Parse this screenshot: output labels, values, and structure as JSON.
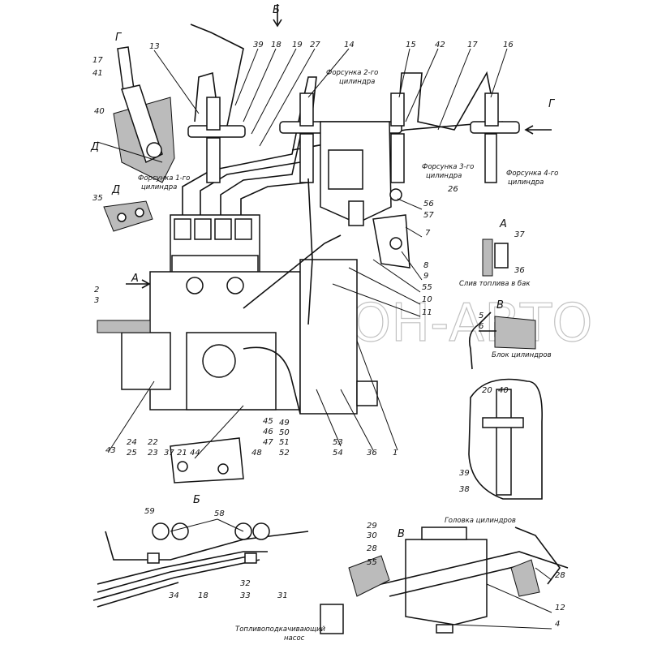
{
  "title": "Топливная аппаратура — установка топливного насоса",
  "views": {
    "b": "Б",
    "g": "Г",
    "d": "Д",
    "a": "А",
    "v": "В"
  },
  "captions": {
    "inj1_a": "Форсунка 1-го",
    "inj1_b": "цилиндра",
    "inj2_a": "Форсунка 2-го",
    "inj2_b": "цилиндра",
    "inj3_a": "Форсунка 3-го",
    "inj3_b": "цилиндра",
    "inj4_a": "Форсунка 4-го",
    "inj4_b": "цилиндра",
    "drain": "Слив топлива в бак",
    "block": "Блок цилиндров",
    "head": "Головка цилиндров",
    "pump_a": "Топливоподкачивающий",
    "pump_b": "насос"
  },
  "watermark": "АКВЕЛОН-АВТО",
  "callouts": {
    "c17a": "17",
    "c41a": "41",
    "c40a": "40",
    "c13": "13",
    "c39a": "39",
    "c18a": "18",
    "c19": "19",
    "c27": "27",
    "c14": "14",
    "c15": "15",
    "c42": "42",
    "c17b": "17",
    "c16": "16",
    "c26": "26",
    "c35": "35",
    "c56": "56",
    "c57": "57",
    "c7": "7",
    "c37a": "37",
    "c36a": "36",
    "c8": "8",
    "c9": "9",
    "c55a": "55",
    "c10": "10",
    "c11": "11",
    "c2": "2",
    "c3": "3",
    "c5": "5",
    "c6": "6",
    "c20": "20",
    "c40b": "40",
    "c39b": "39",
    "c38": "38",
    "c43": "43",
    "c24": "24",
    "c25": "25",
    "c22": "22",
    "c23": "23",
    "c37b": "37",
    "c21": "21",
    "c44": "44",
    "c45": "45",
    "c46": "46",
    "c47": "47",
    "c48": "48",
    "c49": "49",
    "c50": "50",
    "c51": "51",
    "c52": "52",
    "c53": "53",
    "c54": "54",
    "c36b": "36",
    "c1": "1",
    "c59": "59",
    "c58": "58",
    "c34": "34",
    "c18b": "18",
    "c32": "32",
    "c33": "33",
    "c31": "31",
    "c29": "29",
    "c30": "30",
    "c28a": "28",
    "c55b": "55",
    "c28b": "28",
    "c12": "12",
    "c4": "4"
  }
}
